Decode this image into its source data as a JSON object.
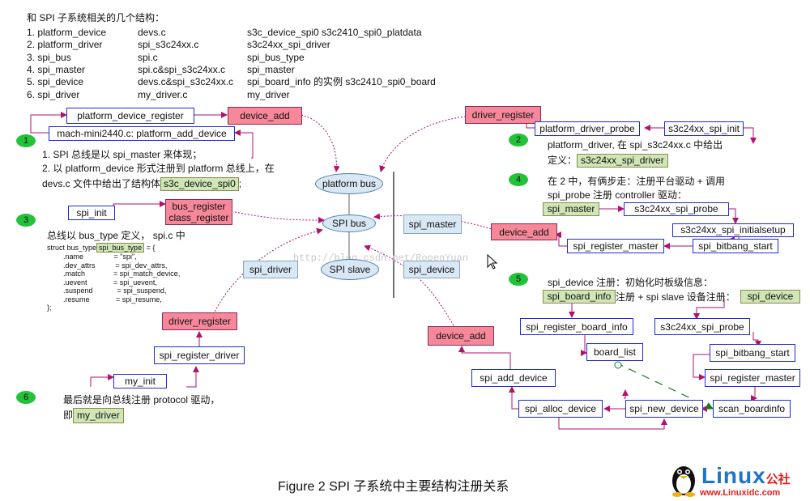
{
  "header": {
    "title": "和 SPI 子系统相关的几个结构：",
    "rows": [
      [
        "1. platform_device",
        "devs.c",
        "s3c_device_spi0 s3c2410_spi0_platdata"
      ],
      [
        "2. platform_driver",
        "spi_s3c24xx.c",
        "s3c24xx_spi_driver"
      ],
      [
        "3. spi_bus",
        "spi.c",
        "spi_bus_type"
      ],
      [
        "4. spi_master",
        "spi.c&spi_s3c24xx.c",
        "spi_master"
      ],
      [
        "5. spi_device",
        "devs.c&spi_s3c24xx.c",
        "spi_board_info 的实例  s3c2410_spi0_board"
      ],
      [
        "6. spi_driver",
        "my_driver.c",
        "my_driver"
      ]
    ]
  },
  "nodes": {
    "platform_device_register": "platform_device_register",
    "device_add_1": "device_add",
    "mach_add_device": "mach-mini2440.c: platform_add_device",
    "driver_register_1": "driver_register",
    "platform_driver_probe": "platform_driver_probe",
    "s3c24xx_spi_init": "s3c24xx_spi_init",
    "spi_init": "spi_init",
    "bus_register": "bus_register",
    "class_register": "class_register",
    "platform_bus": "platform bus",
    "spi_bus": "SPI bus",
    "spi_slave": "SPI slave",
    "spi_master_blue": "spi_master",
    "spi_driver_blue": "spi_driver",
    "spi_device_blue": "spi_device",
    "s3c24xx_spi_probe_1": "s3c24xx_spi_probe",
    "s3c24xx_spi_initialsetup": "s3c24xx_spi_initialsetup",
    "device_add_2": "device_add",
    "spi_register_master": "spi_register_master",
    "spi_bitbang_start_1": "spi_bitbang_start",
    "driver_register_2": "driver_register",
    "spi_register_driver": "spi_register_driver",
    "my_init": "my_init",
    "device_add_3": "device_add",
    "spi_register_board_info": "spi_register_board_info",
    "board_list": "board_list",
    "s3c24xx_spi_probe_2": "s3c24xx_spi_probe",
    "spi_bitbang_start_2": "spi_bitbang_start",
    "spi_register_master_2": "spi_register_master",
    "spi_add_device": "spi_add_device",
    "spi_alloc_device": "spi_alloc_device",
    "spi_new_device": "spi_new_device",
    "scan_boardinfo": "scan_boardinfo"
  },
  "numbers": [
    "1",
    "2",
    "3",
    "4",
    "5",
    "6"
  ],
  "notes": {
    "n1_line1": "1. SPI 总线是以 spi_master 来体现；",
    "n1_line2": "2. 以 platform_device 形式注册到 platform 总线上，在",
    "n1_line3a": "devs.c 文件中给出了结构体",
    "n1_tag": "s3c_device_spi0",
    "n1_line3b": ";",
    "n2_line1": "platform_driver, 在 spi_s3c24xx.c 中给出",
    "n2_line2": "定义：",
    "n2_tag": "s3c24xx_spi_driver",
    "n3_line1": "总线以 bus_type 定义， spi.c 中",
    "n3_code_head": "struct bus_type",
    "n3_tag": "spi_bus_type",
    "n3_code_tail": " = {",
    "n3_code_body": "        .name               = \"spi\",\n        .dev_attrs          = spi_dev_attrs,\n        .match              = spi_match_device,\n        .uevent             = spi_uevent,\n        .suspend            = spi_suspend,\n        .resume             = spi_resume,\n};",
    "n4_line1": "在 2 中，有俩步走：注册平台驱动 + 调用",
    "n4_line2": "spi_probe 注册 controller 驱动：",
    "n4_tag": "spi_master",
    "n5_line1": "spi_device 注册：初始化时板级信息：",
    "n5_tag1": "spi_board_info",
    "n5_mid": "注册 + spi slave 设备注册：",
    "n5_tag2": "spi_device",
    "n6_line1": "最后就是向总线注册 protocol 驱动，",
    "n6_line2": "即",
    "n6_tag": "my_driver"
  },
  "watermark": "http://blog.csdn.net/RopenYuan",
  "caption": "Figure 2  SPI 子系统中主要结构注册关系",
  "logo": {
    "brand": "Linux",
    "suffix": "公社",
    "url": "www.Linuxidc.com"
  },
  "colors": {
    "box_border": "#1d2bd6",
    "pink": "#f6889a",
    "green_tag": "#cfe6b7",
    "light_blue": "#d9e8f5",
    "arrow": "#b0126e",
    "number_bullet": "#23c23a",
    "logo_blue": "#1e74c9"
  }
}
